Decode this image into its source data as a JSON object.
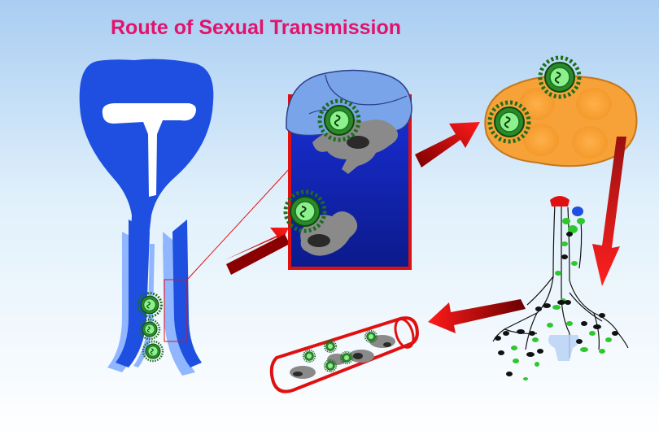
{
  "title": "Route of Sexual Transmission",
  "colors": {
    "title": "#e3126b",
    "tract_blue": "#1e4fe0",
    "tract_light": "#8fb6ff",
    "arrow_red": "#e01010",
    "virus_green": "#1c8a1c",
    "virus_core": "#7cf07c",
    "node_orange": "#f7a238"
  },
  "panels": [
    {
      "name": "female-genital-tract"
    },
    {
      "name": "mucosa-magnified"
    },
    {
      "name": "lymph-node"
    },
    {
      "name": "lymphatic-network"
    },
    {
      "name": "blood-vessel"
    }
  ]
}
